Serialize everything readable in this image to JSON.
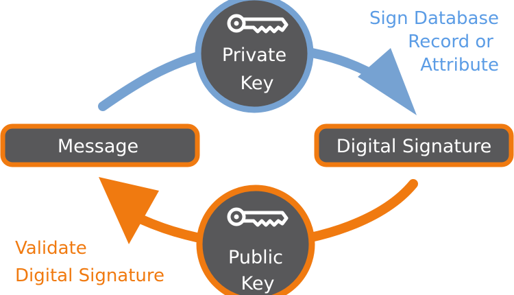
{
  "colors": {
    "blue": "#76a2d2",
    "orange": "#f07a10",
    "node_fill": "#58585a",
    "text_blue": "#5b9ce5",
    "text_orange": "#f07a10",
    "node_text": "#ffffff"
  },
  "nodes": {
    "private_key": {
      "line1": "Private",
      "line2": "Key",
      "icon": "key-icon"
    },
    "public_key": {
      "line1": "Public",
      "line2": "Key",
      "icon": "key-icon"
    },
    "message": {
      "label": "Message"
    },
    "digital_signature": {
      "label": "Digital Signature"
    }
  },
  "captions": {
    "sign": {
      "line1": "Sign Database",
      "line2": "Record or",
      "line3": "Attribute"
    },
    "validate": {
      "line1": "Validate",
      "line2": "Digital Signature"
    }
  }
}
